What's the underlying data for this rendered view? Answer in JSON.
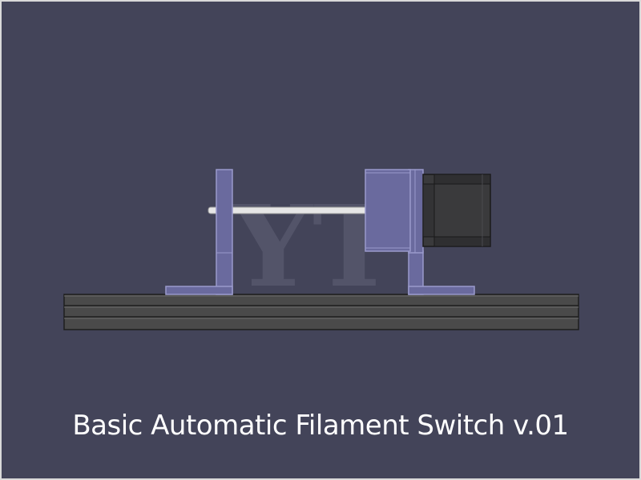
{
  "caption": "Basic Automatic Filament Switch v.01",
  "watermark": "YT",
  "colors": {
    "background": "#434459",
    "bracket": "#6a6a9e",
    "bracket_edge": "#9a9acc",
    "motor": "#3a3a3c",
    "rail": "#4a4a4a",
    "shaft": "#e6e6e6",
    "caption": "#ffffff"
  },
  "icons": {
    "watermark": "yt-watermark-logo"
  }
}
